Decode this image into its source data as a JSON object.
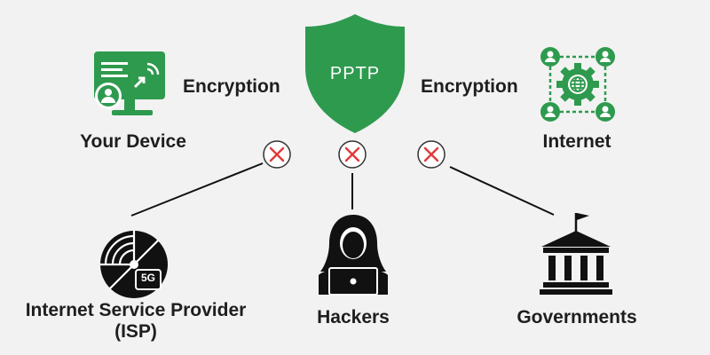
{
  "shield": {
    "label": "PPTP",
    "color": "#2e9a4e"
  },
  "accent_color": "#2e9a4e",
  "blocked_color": "#e03c3c",
  "labels": {
    "device": "Your Device",
    "internet": "Internet",
    "encryption_left": "Encryption",
    "encryption_right": "Encryption",
    "isp_line1": "Internet Service Provider",
    "isp_line2": "(ISP)",
    "isp_badge": "5G",
    "hackers": "Hackers",
    "governments": "Governments"
  },
  "icons": {
    "device": "monitor-user-icon",
    "internet": "globe-network-icon",
    "isp": "satellite-signal-icon",
    "hackers": "hacker-laptop-icon",
    "governments": "government-building-icon",
    "blocked": "blocked-x-icon"
  }
}
